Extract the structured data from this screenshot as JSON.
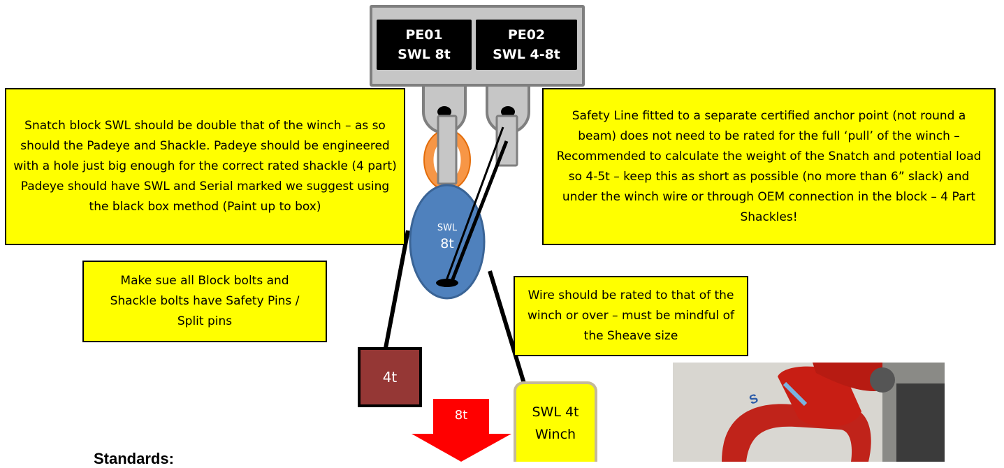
{
  "padeyes": [
    {
      "id": "PE01",
      "swl": "SWL 8t"
    },
    {
      "id": "PE02",
      "swl": "SWL 4-8t"
    }
  ],
  "notes": {
    "snatch_block": "Snatch block SWL should be double that of the winch – as so should the Padeye and Shackle. Padeye should be engineered with a hole just big enough for the correct rated shackle (4 part) Padeye should have SWL and Serial marked we suggest using the black box method (Paint up to box)",
    "safety_line": "Safety Line fitted to a separate certified anchor point (not round a beam) does not need to be rated for the full ‘pull’ of the winch – Recommended to calculate the weight of the Snatch and potential load so 4-5t – keep this as short as possible (no more than 6” slack) and under the winch wire or through OEM connection in the block – 4 Part Shackles!",
    "pins": "Make sue all Block bolts and Shackle bolts have Safety Pins / Split pins",
    "wire": "Wire should be rated to that of the winch or over – must be mindful of the Sheave size"
  },
  "block": {
    "swl_label": "SWL",
    "swl_value": "8t"
  },
  "load": {
    "label": "4t"
  },
  "force_arrow": {
    "label": "8t"
  },
  "winch": {
    "line1": "SWL 4t",
    "line2": "Winch"
  },
  "standards_heading": "Standards:",
  "colors": {
    "note_fill": "#ffff00",
    "block_fill": "#4f81bd",
    "load_fill": "#953735",
    "arrow_fill": "#ff0000",
    "shackle_ring": "#f79646",
    "plate_fill": "#c6c6c6"
  }
}
